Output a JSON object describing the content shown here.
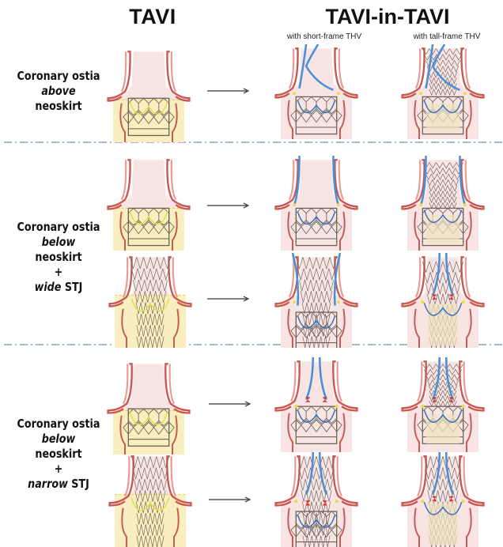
{
  "headers": {
    "left": "TAVI",
    "right": "TAVI-in-TAVI",
    "sub_short": "with short-frame THV",
    "sub_tall": "with tall-frame THV"
  },
  "rows": [
    {
      "line1": "Coronary ostia",
      "qualifier": "above",
      "line3": "neoskirt",
      "plus": "",
      "stj_qualifier": "",
      "stj": ""
    },
    {
      "line1": "Coronary ostia",
      "qualifier": "below",
      "line3": "neoskirt",
      "plus": "+",
      "stj_qualifier": "wide",
      "stj": "STJ"
    },
    {
      "line1": "Coronary ostia",
      "qualifier": "below",
      "line3": "neoskirt",
      "plus": "+",
      "stj_qualifier": "narrow",
      "stj": "STJ"
    }
  ],
  "colors": {
    "aorta_wall": "#c9564f",
    "aorta_wall_fill": "#e79a92",
    "lumen": "#f9e4e4",
    "neoskirt_zone": "#f8f0b8",
    "frame": "#6b6257",
    "leaflet_yellow": "#e8dc4a",
    "coronary_catheter": "#4a90d9",
    "leaflet_blue": "#3b6fb8",
    "collision_marker": "#d9342b",
    "divider": "#a9b6d6"
  }
}
